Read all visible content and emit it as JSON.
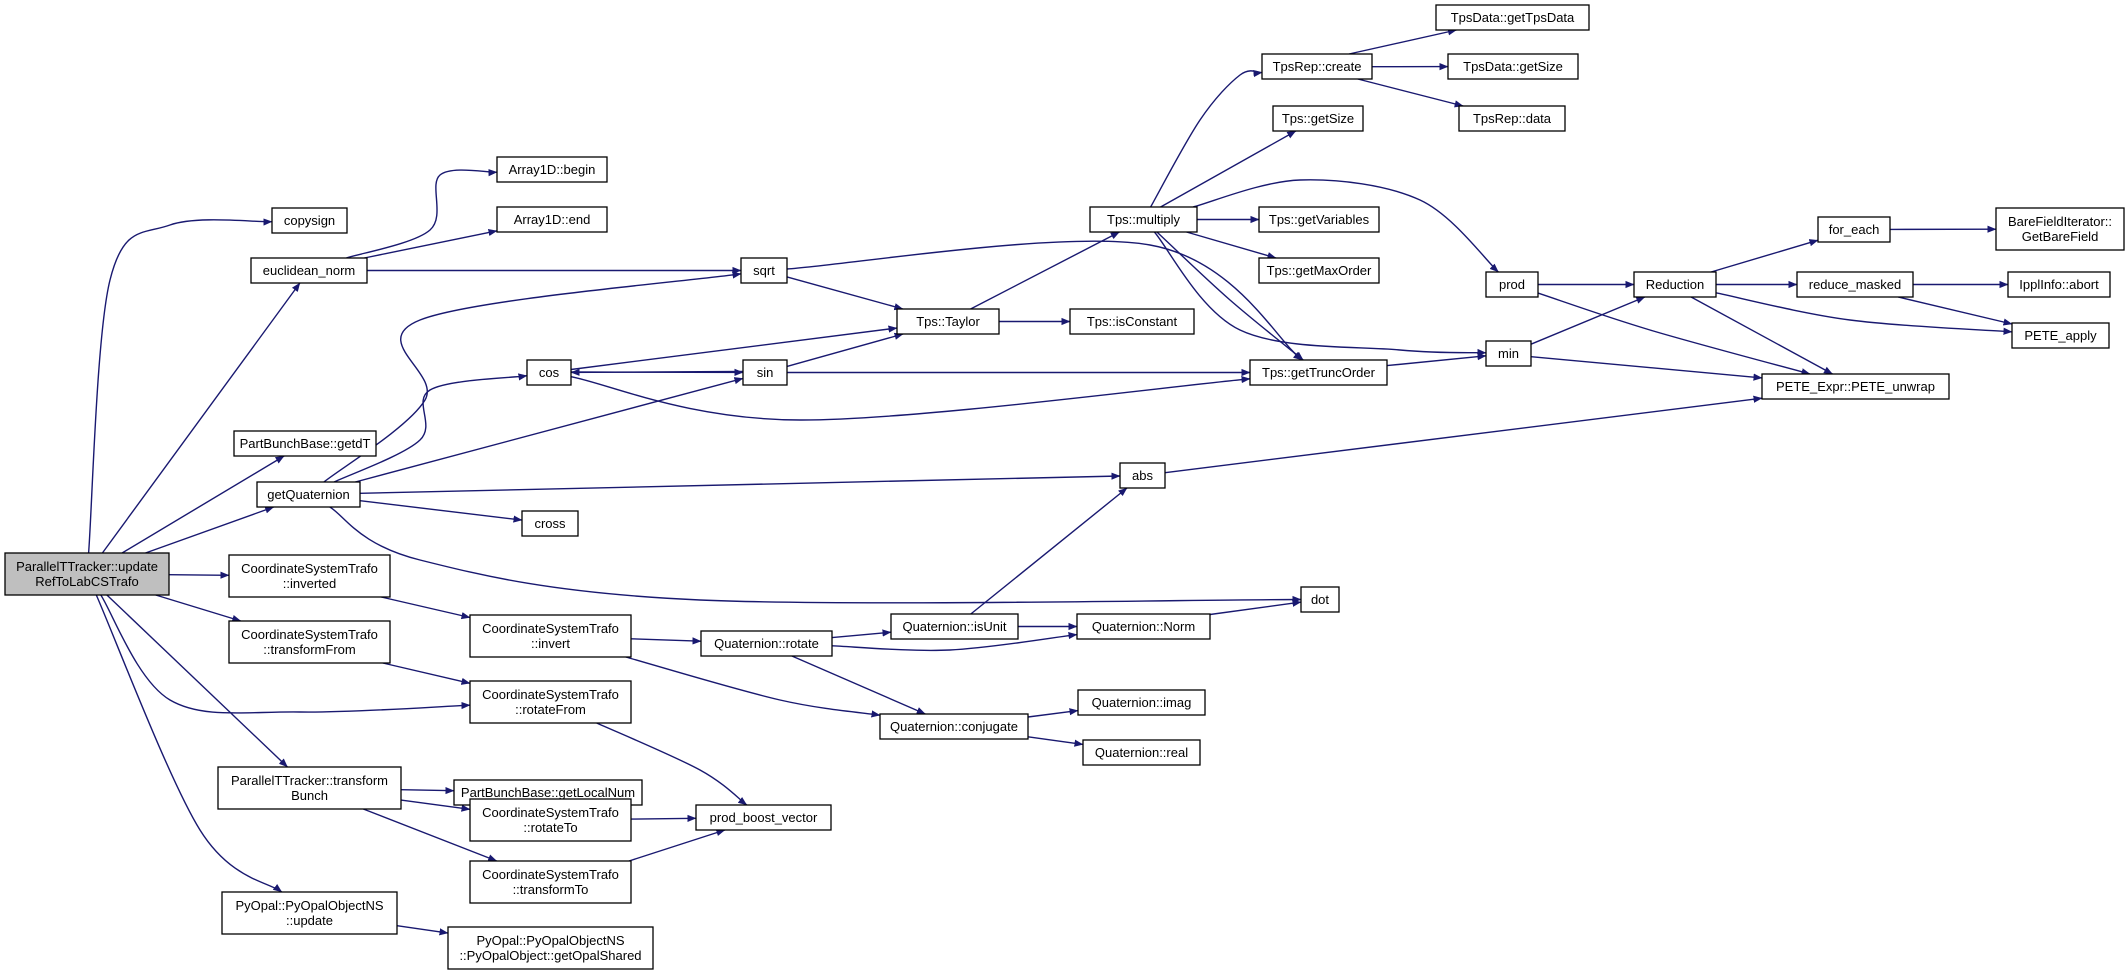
{
  "colors": {
    "edge": "#191970",
    "node_border": "#000000",
    "truncated_border": "#ff0000",
    "root_fill": "#bfbfbf",
    "node_fill": "#ffffff"
  },
  "nodes": [
    {
      "id": "root",
      "lines": [
        "ParallelTTracker::update",
        "RefToLabCSTrafo"
      ],
      "style": "root"
    },
    {
      "id": "copysign",
      "lines": [
        "copysign"
      ]
    },
    {
      "id": "euclidean_norm",
      "lines": [
        "euclidean_norm"
      ]
    },
    {
      "id": "a1d_begin",
      "lines": [
        "Array1D::begin"
      ]
    },
    {
      "id": "a1d_end",
      "lines": [
        "Array1D::end"
      ]
    },
    {
      "id": "pbb_getdT",
      "lines": [
        "PartBunchBase::getdT"
      ]
    },
    {
      "id": "getQuaternion",
      "lines": [
        "getQuaternion"
      ]
    },
    {
      "id": "cst_inverted",
      "lines": [
        "CoordinateSystemTrafo",
        "::inverted"
      ]
    },
    {
      "id": "cst_transformFrom",
      "lines": [
        "CoordinateSystemTrafo",
        "::transformFrom"
      ]
    },
    {
      "id": "ptt_transformBunch",
      "lines": [
        "ParallelTTracker::transform",
        "Bunch"
      ]
    },
    {
      "id": "pyopal_update",
      "lines": [
        "PyOpal::PyOpalObjectNS",
        "::update"
      ]
    },
    {
      "id": "sqrt",
      "lines": [
        "sqrt"
      ]
    },
    {
      "id": "cos",
      "lines": [
        "cos"
      ]
    },
    {
      "id": "sin",
      "lines": [
        "sin"
      ]
    },
    {
      "id": "cross",
      "lines": [
        "cross"
      ]
    },
    {
      "id": "cst_invert",
      "lines": [
        "CoordinateSystemTrafo",
        "::invert"
      ]
    },
    {
      "id": "cst_rotateFrom",
      "lines": [
        "CoordinateSystemTrafo",
        "::rotateFrom"
      ]
    },
    {
      "id": "pbb_getLocalNum",
      "lines": [
        "PartBunchBase::getLocalNum"
      ]
    },
    {
      "id": "cst_rotateTo",
      "lines": [
        "CoordinateSystemTrafo",
        "::rotateTo"
      ]
    },
    {
      "id": "cst_transformTo",
      "lines": [
        "CoordinateSystemTrafo",
        "::transformTo"
      ]
    },
    {
      "id": "pyopal_getOpalShared",
      "lines": [
        "PyOpal::PyOpalObjectNS",
        "::PyOpalObject::getOpalShared"
      ]
    },
    {
      "id": "tps_taylor",
      "lines": [
        "Tps::Taylor"
      ]
    },
    {
      "id": "tps_isConstant",
      "lines": [
        "Tps::isConstant"
      ]
    },
    {
      "id": "tps_multiply",
      "lines": [
        "Tps::multiply"
      ]
    },
    {
      "id": "tpsrep_create",
      "lines": [
        "TpsRep::create"
      ]
    },
    {
      "id": "tpsdata_getTpsData",
      "lines": [
        "TpsData::getTpsData"
      ],
      "style": "truncated"
    },
    {
      "id": "tpsdata_getSize",
      "lines": [
        "TpsData::getSize"
      ]
    },
    {
      "id": "tpsrep_data",
      "lines": [
        "TpsRep::data"
      ]
    },
    {
      "id": "tps_getSize",
      "lines": [
        "Tps::getSize"
      ]
    },
    {
      "id": "tps_getVariables",
      "lines": [
        "Tps::getVariables"
      ]
    },
    {
      "id": "tps_getMaxOrder",
      "lines": [
        "Tps::getMaxOrder"
      ]
    },
    {
      "id": "tps_getTruncOrder",
      "lines": [
        "Tps::getTruncOrder"
      ]
    },
    {
      "id": "abs",
      "lines": [
        "abs"
      ]
    },
    {
      "id": "dot",
      "lines": [
        "dot"
      ]
    },
    {
      "id": "quat_rotate",
      "lines": [
        "Quaternion::rotate"
      ]
    },
    {
      "id": "quat_isUnit",
      "lines": [
        "Quaternion::isUnit"
      ]
    },
    {
      "id": "quat_norm",
      "lines": [
        "Quaternion::Norm"
      ]
    },
    {
      "id": "quat_conjugate",
      "lines": [
        "Quaternion::conjugate"
      ]
    },
    {
      "id": "quat_imag",
      "lines": [
        "Quaternion::imag"
      ]
    },
    {
      "id": "quat_real",
      "lines": [
        "Quaternion::real"
      ]
    },
    {
      "id": "prod_boost_vector",
      "lines": [
        "prod_boost_vector"
      ]
    },
    {
      "id": "prod",
      "lines": [
        "prod"
      ]
    },
    {
      "id": "min",
      "lines": [
        "min"
      ]
    },
    {
      "id": "reduction",
      "lines": [
        "Reduction"
      ]
    },
    {
      "id": "for_each",
      "lines": [
        "for_each"
      ]
    },
    {
      "id": "bfi_getBareField",
      "lines": [
        "BareFieldIterator::",
        "GetBareField"
      ]
    },
    {
      "id": "reduce_masked",
      "lines": [
        "reduce_masked"
      ],
      "style": "truncated"
    },
    {
      "id": "ipplinfo_abort",
      "lines": [
        "IpplInfo::abort"
      ],
      "style": "truncated"
    },
    {
      "id": "pete_apply",
      "lines": [
        "PETE_apply"
      ]
    },
    {
      "id": "pete_unwrap",
      "lines": [
        "PETE_Expr::PETE_unwrap"
      ]
    }
  ],
  "edges": [
    [
      "root",
      "copysign"
    ],
    [
      "root",
      "euclidean_norm"
    ],
    [
      "root",
      "pbb_getdT"
    ],
    [
      "root",
      "getQuaternion"
    ],
    [
      "root",
      "cst_inverted"
    ],
    [
      "root",
      "cst_transformFrom"
    ],
    [
      "root",
      "cst_rotateFrom"
    ],
    [
      "root",
      "ptt_transformBunch"
    ],
    [
      "root",
      "pyopal_update"
    ],
    [
      "euclidean_norm",
      "a1d_begin"
    ],
    [
      "euclidean_norm",
      "a1d_end"
    ],
    [
      "euclidean_norm",
      "sqrt"
    ],
    [
      "getQuaternion",
      "sqrt"
    ],
    [
      "getQuaternion",
      "cos"
    ],
    [
      "getQuaternion",
      "sin"
    ],
    [
      "getQuaternion",
      "cross"
    ],
    [
      "getQuaternion",
      "abs"
    ],
    [
      "getQuaternion",
      "dot"
    ],
    [
      "cst_inverted",
      "cst_invert"
    ],
    [
      "cst_invert",
      "quat_rotate"
    ],
    [
      "cst_invert",
      "quat_conjugate"
    ],
    [
      "cst_transformFrom",
      "cst_rotateFrom"
    ],
    [
      "cst_rotateFrom",
      "prod_boost_vector"
    ],
    [
      "ptt_transformBunch",
      "pbb_getLocalNum"
    ],
    [
      "ptt_transformBunch",
      "cst_rotateTo"
    ],
    [
      "ptt_transformBunch",
      "cst_transformTo"
    ],
    [
      "cst_rotateTo",
      "prod_boost_vector"
    ],
    [
      "cst_transformTo",
      "prod_boost_vector"
    ],
    [
      "pyopal_update",
      "pyopal_getOpalShared"
    ],
    [
      "sqrt",
      "tps_taylor"
    ],
    [
      "sqrt",
      "tps_getTruncOrder"
    ],
    [
      "cos",
      "sin"
    ],
    [
      "cos",
      "tps_taylor"
    ],
    [
      "cos",
      "tps_getTruncOrder"
    ],
    [
      "sin",
      "cos"
    ],
    [
      "sin",
      "tps_taylor"
    ],
    [
      "sin",
      "tps_getTruncOrder"
    ],
    [
      "tps_taylor",
      "tps_isConstant"
    ],
    [
      "tps_taylor",
      "tps_multiply"
    ],
    [
      "tps_multiply",
      "tpsrep_create"
    ],
    [
      "tps_multiply",
      "tps_getSize"
    ],
    [
      "tps_multiply",
      "tps_getVariables"
    ],
    [
      "tps_multiply",
      "tps_getMaxOrder"
    ],
    [
      "tps_multiply",
      "tps_getTruncOrder"
    ],
    [
      "tps_multiply",
      "prod"
    ],
    [
      "tps_multiply",
      "min"
    ],
    [
      "tpsrep_create",
      "tpsdata_getTpsData"
    ],
    [
      "tpsrep_create",
      "tpsdata_getSize"
    ],
    [
      "tpsrep_create",
      "tpsrep_data"
    ],
    [
      "tps_getTruncOrder",
      "min"
    ],
    [
      "prod",
      "reduction"
    ],
    [
      "prod",
      "pete_unwrap"
    ],
    [
      "min",
      "reduction"
    ],
    [
      "min",
      "pete_unwrap"
    ],
    [
      "reduction",
      "for_each"
    ],
    [
      "reduction",
      "reduce_masked"
    ],
    [
      "reduction",
      "pete_apply"
    ],
    [
      "reduction",
      "pete_unwrap"
    ],
    [
      "for_each",
      "bfi_getBareField"
    ],
    [
      "reduce_masked",
      "ipplinfo_abort"
    ],
    [
      "reduce_masked",
      "pete_apply"
    ],
    [
      "abs",
      "pete_unwrap"
    ],
    [
      "quat_rotate",
      "quat_isUnit"
    ],
    [
      "quat_rotate",
      "quat_norm"
    ],
    [
      "quat_rotate",
      "quat_conjugate"
    ],
    [
      "quat_isUnit",
      "abs"
    ],
    [
      "quat_isUnit",
      "quat_norm"
    ],
    [
      "quat_norm",
      "dot"
    ],
    [
      "quat_conjugate",
      "quat_imag"
    ],
    [
      "quat_conjugate",
      "quat_real"
    ]
  ]
}
